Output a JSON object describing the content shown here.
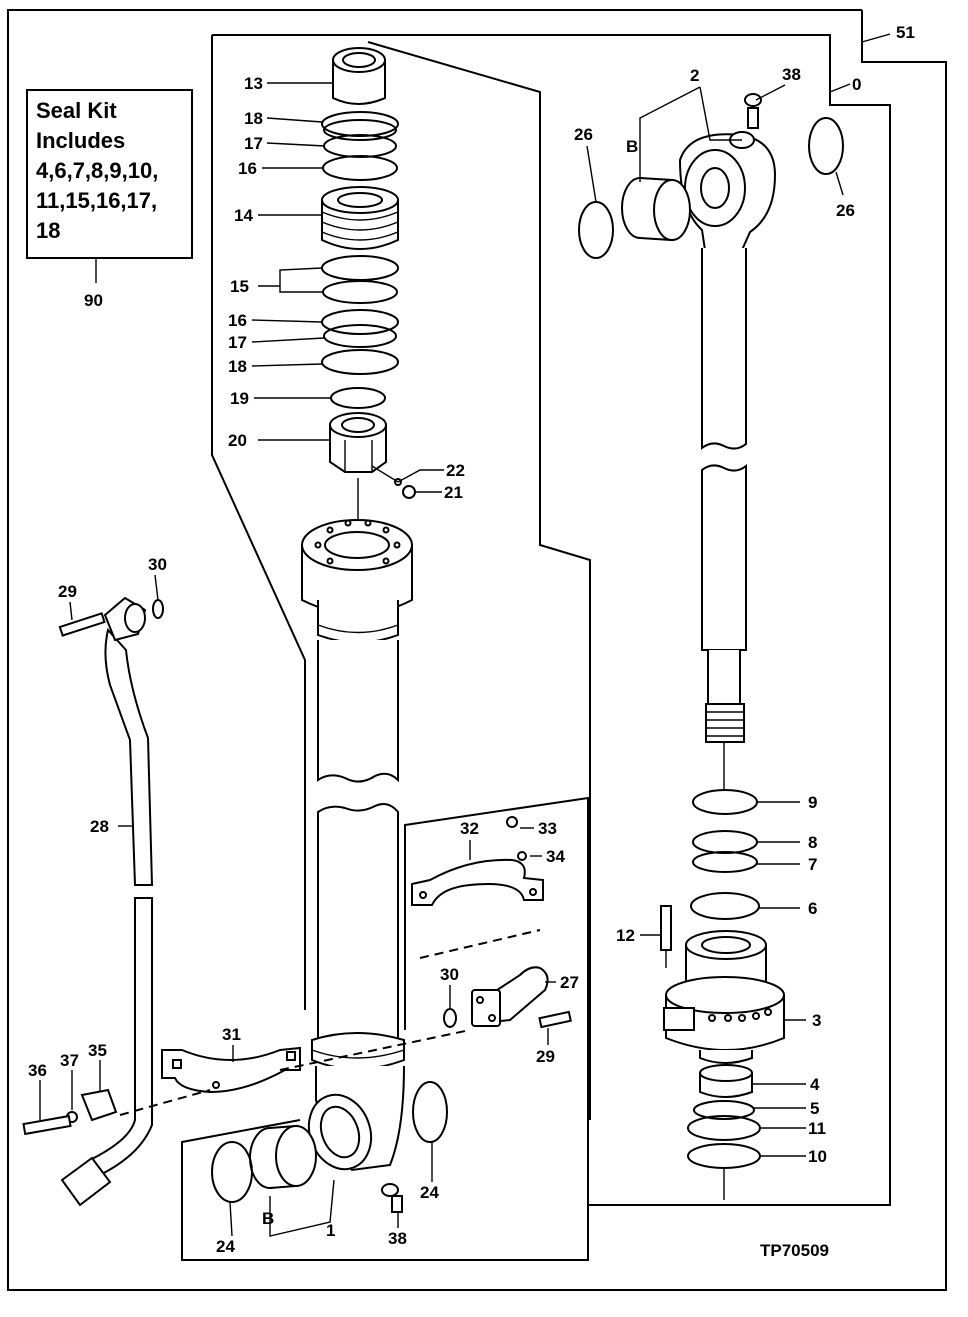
{
  "seal_kit": {
    "lines": [
      "Seal Kit",
      "Includes",
      "4,6,7,8,9,10,",
      "11,15,16,17,",
      "18"
    ],
    "ref": "90"
  },
  "figure_id": "TP70509",
  "callouts": {
    "c51": "51",
    "c0": "0",
    "c13": "13",
    "c18a": "18",
    "c17a": "17",
    "c16a": "16",
    "c14": "14",
    "c15": "15",
    "c16b": "16",
    "c17b": "17",
    "c18b": "18",
    "c19": "19",
    "c20": "20",
    "c22": "22",
    "c21": "21",
    "c2": "2",
    "c38a": "38",
    "c26a": "26",
    "cBa": "B",
    "c26b": "26",
    "c9": "9",
    "c8": "8",
    "c7": "7",
    "c6": "6",
    "c12": "12",
    "c3": "3",
    "c4": "4",
    "c5": "5",
    "c11": "11",
    "c10": "10",
    "c30a": "30",
    "c29a": "29",
    "c28": "28",
    "c32": "32",
    "c33": "33",
    "c34": "34",
    "c30b": "30",
    "c27": "27",
    "c29b": "29",
    "c31": "31",
    "c36": "36",
    "c37": "37",
    "c35": "35",
    "c24a": "24",
    "cBb": "B",
    "c1": "1",
    "c38b": "38",
    "c24b": "24"
  }
}
